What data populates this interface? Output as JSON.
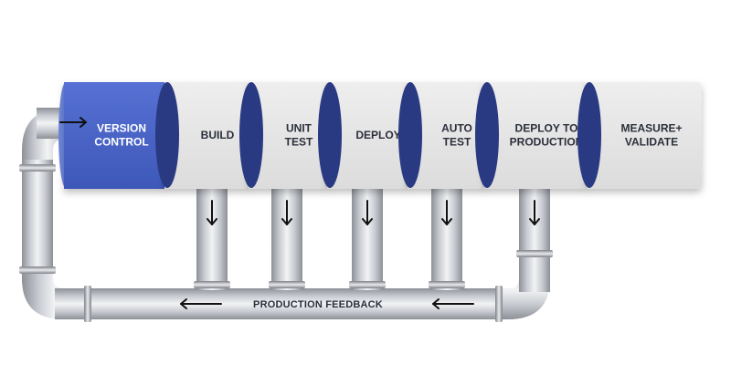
{
  "stages": [
    {
      "id": "version-control",
      "lines": [
        "VERSION",
        "CONTROL"
      ],
      "active": true
    },
    {
      "id": "build",
      "lines": [
        "BUILD"
      ],
      "active": false
    },
    {
      "id": "unit-test",
      "lines": [
        "UNIT",
        "TEST"
      ],
      "active": false
    },
    {
      "id": "deploy",
      "lines": [
        "DEPLOY"
      ],
      "active": false
    },
    {
      "id": "auto-test",
      "lines": [
        "AUTO",
        "TEST"
      ],
      "active": false
    },
    {
      "id": "deploy-to-production",
      "lines": [
        "DEPLOY TO",
        "PRODUCTION"
      ],
      "active": false
    },
    {
      "id": "measure-validate",
      "lines": [
        "MEASURE+",
        "VALIDATE"
      ],
      "active": false
    }
  ],
  "feedback": {
    "label": "PRODUCTION FEEDBACK"
  },
  "icons": {
    "down": "arrow-down-icon",
    "left": "arrow-left-icon",
    "right": "arrow-right-icon"
  },
  "colors": {
    "active_fill": "#4a66c8",
    "stage_fill": "#e6e6e6",
    "cap_fill": "#2a3a82",
    "pipe_mid": "#c9ccd2",
    "text": "#2b2f3a"
  }
}
